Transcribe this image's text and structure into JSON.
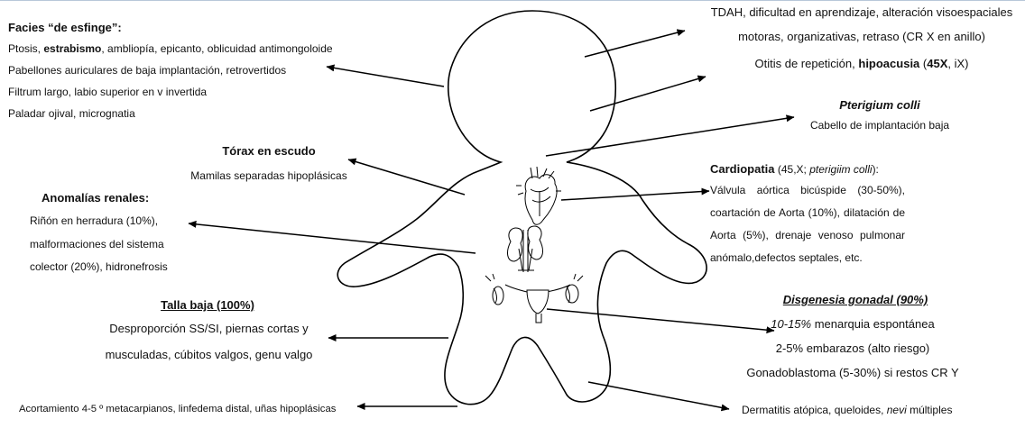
{
  "facies": {
    "title": "Facies “de esfinge”:",
    "l1_a": "Ptosis, ",
    "l1_b": "estrabismo",
    "l1_c": ", ambliopía, epicanto, oblicuidad antimongoloide",
    "l2": "Pabellones auriculares de baja implantación, retrovertidos",
    "l3": "Filtrum largo, labio superior en v invertida",
    "l4": "Paladar ojival, micrognatia"
  },
  "torax": {
    "title": "Tórax en escudo",
    "line": "Mamilas separadas hipoplásicas"
  },
  "renal": {
    "title": "Anomalías renales:",
    "l1": "Riñón en herradura (10%),",
    "l2": "malformaciones del sistema",
    "l3": "colector (20%), hidronefrosis"
  },
  "talla": {
    "title": "Talla baja (100%)",
    "l1": "Desproporción SS/SI, piernas cortas y",
    "l2": "musculadas, cúbitos valgos, genu valgo"
  },
  "metacarpianos": {
    "line": "Acortamiento 4-5 º metacarpianos, linfedema distal, uñas hipoplásicas"
  },
  "tdah": {
    "l1": "TDAH, dificultad en aprendizaje, alteración visoespaciales",
    "l2": "motoras, organizativas, retraso (CR X en anillo)"
  },
  "otitis": {
    "a": "Otitis de repetición, ",
    "b": "hipoacusia",
    "c": " (",
    "d": "45X",
    "e": ", iX)"
  },
  "pterigium": {
    "title": "Pterigium colli",
    "line": "Cabello de implantación baja"
  },
  "cardio": {
    "title_a": "Cardiopatia",
    "title_b": " (45,X; ",
    "title_c": "pterigiim colli",
    "title_d": "):",
    "l1": "Válvula aórtica bicúspide (30-50%),",
    "l2": "coartación de Aorta (10%), dilatación de",
    "l3": "Aorta (5%), drenaje venoso pulmonar",
    "l4": "anómalo,defectos septales, etc."
  },
  "gonadal": {
    "title": "Disgenesia gonadal (90%)",
    "l1_a": "10-15%",
    "l1_b": " menarquia espontánea",
    "l2": "2-5% embarazos (alto riesgo)",
    "l3": "Gonadoblastoma (5-30%) si restos CR Y"
  },
  "dermatitis": {
    "a": "Dermatitis atópica, queloides, ",
    "b": "nevi",
    "c": " múltiples"
  },
  "icons": [
    "heart-icon",
    "kidneys-icon",
    "uterus-ovaries-icon"
  ],
  "colors": {
    "line": "#000000",
    "text": "#111111"
  }
}
